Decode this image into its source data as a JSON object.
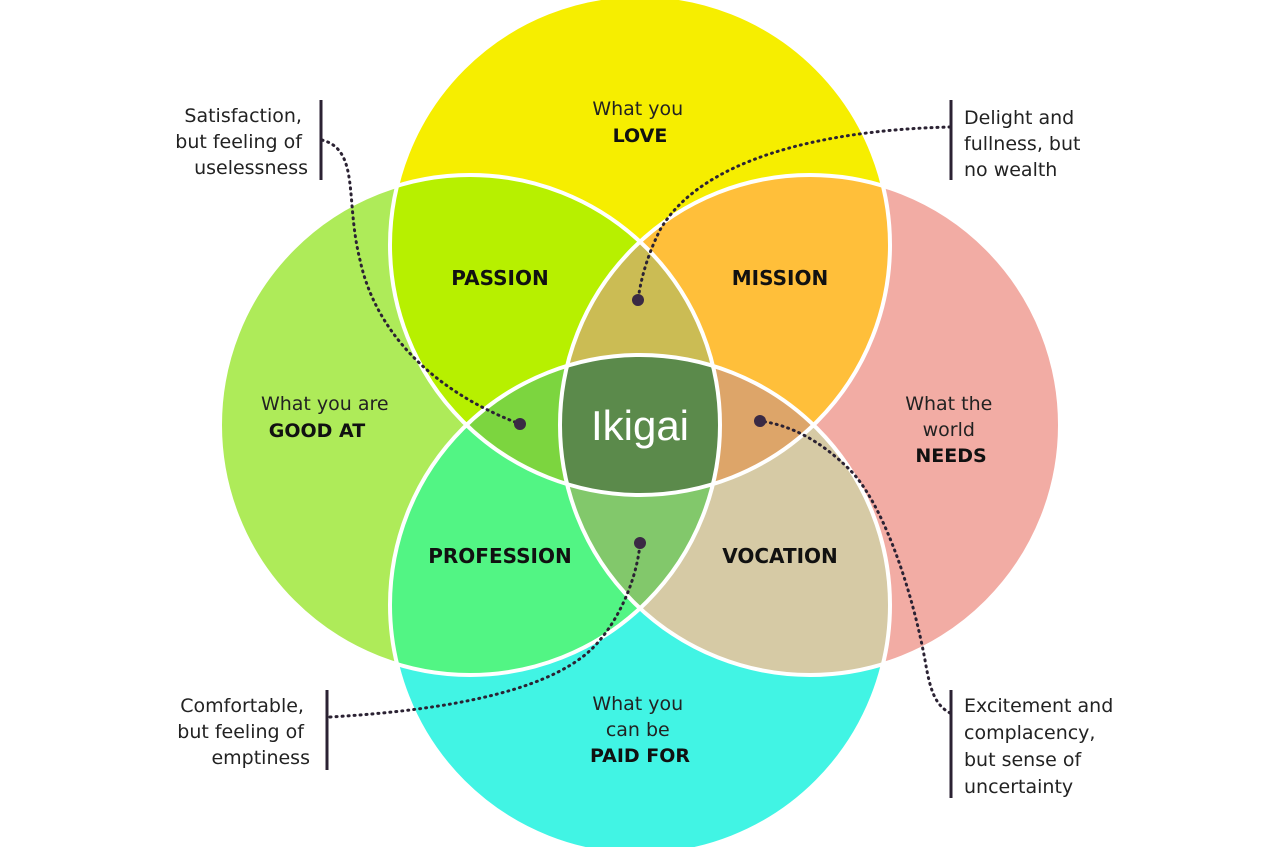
{
  "center": {
    "label": "Ikigai"
  },
  "circles": {
    "love": {
      "line1": "What you",
      "line2": "LOVE",
      "color": "#F6EE00"
    },
    "good_at": {
      "line1": "What you are",
      "line2": "GOOD AT",
      "color": "#AEEB59"
    },
    "needs": {
      "line1": "What the",
      "line2": "world",
      "line3": "NEEDS",
      "color": "#F2ACA4"
    },
    "paid_for": {
      "line1": "What you",
      "line2": "can be",
      "line3": "PAID FOR",
      "color": "#41F4E4"
    }
  },
  "overlaps": {
    "passion": {
      "label": "PASSION",
      "color": "#B7F000"
    },
    "mission": {
      "label": "MISSION",
      "color": "#FFBF3A"
    },
    "profession": {
      "label": "PROFESSION",
      "color": "#52F584"
    },
    "vocation": {
      "label": "VOCATION",
      "color": "#D6CAA5"
    },
    "top_triple": {
      "color": "#CBBC54"
    },
    "left_triple": {
      "color": "#7CD53F"
    },
    "right_triple": {
      "color": "#DDA569"
    },
    "bottom_triple": {
      "color": "#82C86B"
    },
    "center_color": "#5B8A4B"
  },
  "annotations": {
    "top_left": {
      "line1": "Satisfaction,",
      "line2": "but feeling of",
      "line3": "uselessness"
    },
    "top_right": {
      "line1": "Delight and",
      "line2": "fullness, but",
      "line3": "no wealth"
    },
    "bottom_left": {
      "line1": "Comfortable,",
      "line2": "but feeling of",
      "line3": "emptiness"
    },
    "bottom_right": {
      "line1": "Excitement and",
      "line2": "complacency,",
      "line3": "but sense of",
      "line4": "uncertainty"
    }
  }
}
